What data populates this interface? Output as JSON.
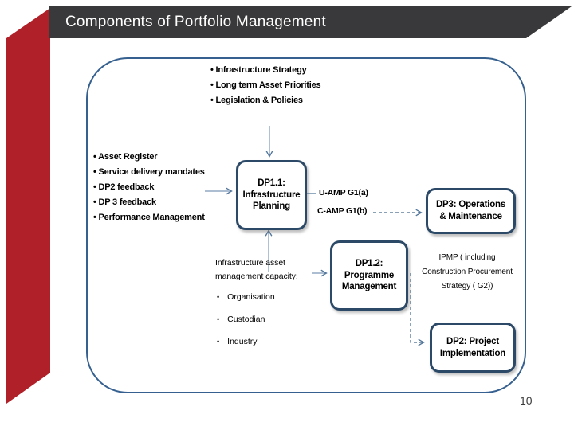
{
  "slide": {
    "title": "Components of Portfolio Management",
    "page_number": "10"
  },
  "colors": {
    "title_bar": "#39393b",
    "banner_red": "#b02028",
    "container_border": "#36608f",
    "box_border": "#2c4a68",
    "connector": "#53779c",
    "title_text": "#ffffff"
  },
  "diagram": {
    "top_inputs": [
      "Infrastructure Strategy",
      "Long term Asset Priorities",
      "Legislation & Policies"
    ],
    "left_inputs": [
      "Asset Register",
      "Service delivery mandates",
      "DP2 feedback",
      "DP 3 feedback",
      "Performance Management"
    ],
    "boxes": {
      "dp11": {
        "lines": [
          "DP1.1:",
          "Infrastructure",
          "Planning"
        ]
      },
      "dp12": {
        "lines": [
          "DP1.2:",
          "Programme",
          "Management"
        ]
      },
      "dp3": {
        "lines": [
          "DP3: Operations",
          "& Maintenance"
        ]
      },
      "dp2": {
        "lines": [
          "DP2: Project",
          "Implementation"
        ]
      }
    },
    "labels": {
      "uamp": "U-AMP G1(a)",
      "camp": "C-AMP G1(b)",
      "ipmp_lines": [
        "IPMP ( including",
        "Construction Procurement",
        "Strategy ( G2))"
      ],
      "capacity_lines": [
        "Infrastructure asset",
        "management capacity:"
      ],
      "capacity_items": [
        "Organisation",
        "Custodian",
        "Industry"
      ]
    }
  }
}
